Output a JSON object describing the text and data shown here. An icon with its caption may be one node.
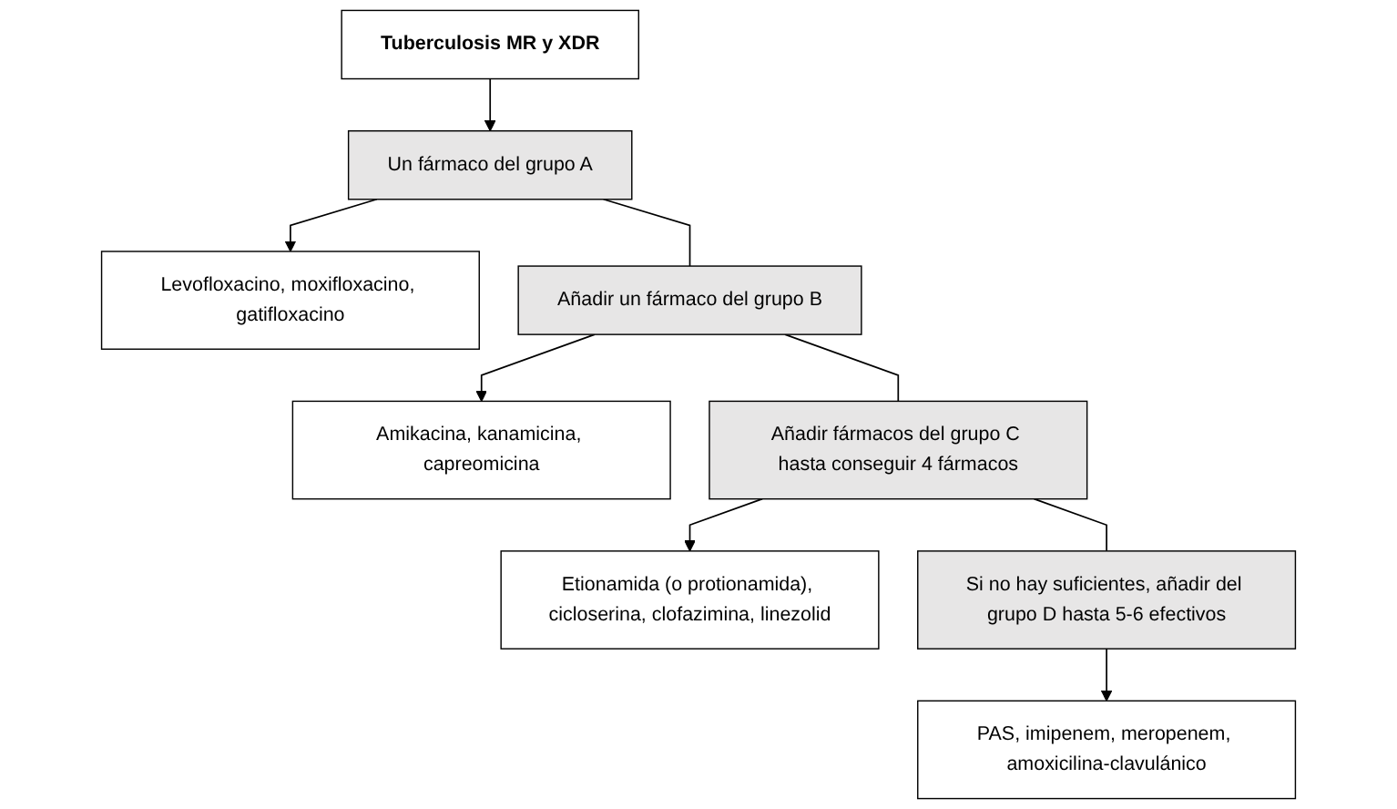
{
  "diagram": {
    "nodes": [
      {
        "text": [
          "Tuberculosis MR y XDR"
        ]
      },
      {
        "text": [
          "Un fármaco del grupo A"
        ]
      },
      {
        "text": [
          "Levofloxacino, moxifloxacino, gatifloxacino"
        ]
      },
      {
        "text": [
          "Añadir un fármaco del grupo B"
        ]
      },
      {
        "text": [
          "Amikacina, kanamicina, capreomicina"
        ]
      },
      {
        "text": [
          "Añadir fármacos del grupo C hasta conseguir 4 fármacos"
        ]
      },
      {
        "text": [
          "Etionamida (o protionamida), cicloserina, clofazimina, linezolid"
        ]
      },
      {
        "text": [
          "Si no hay suficientes, añadir del grupo D hasta 5-6 efectivos"
        ]
      },
      {
        "text": [
          "PAS, imipenem, meropenem, amoxicilina-clavulánico"
        ]
      }
    ],
    "edges": [
      {
        "from": 0,
        "to": 1,
        "arrow": "to"
      },
      {
        "from": 1,
        "to": 2,
        "arrow": "to"
      },
      {
        "from": 1,
        "to": 3,
        "arrow": "none"
      },
      {
        "from": 3,
        "to": 4,
        "arrow": "to"
      },
      {
        "from": 3,
        "to": 5,
        "arrow": "none"
      },
      {
        "from": 5,
        "to": 6,
        "arrow": "to"
      },
      {
        "from": 5,
        "to": 7,
        "arrow": "none"
      },
      {
        "from": 7,
        "to": 8,
        "arrow": "to"
      }
    ]
  }
}
